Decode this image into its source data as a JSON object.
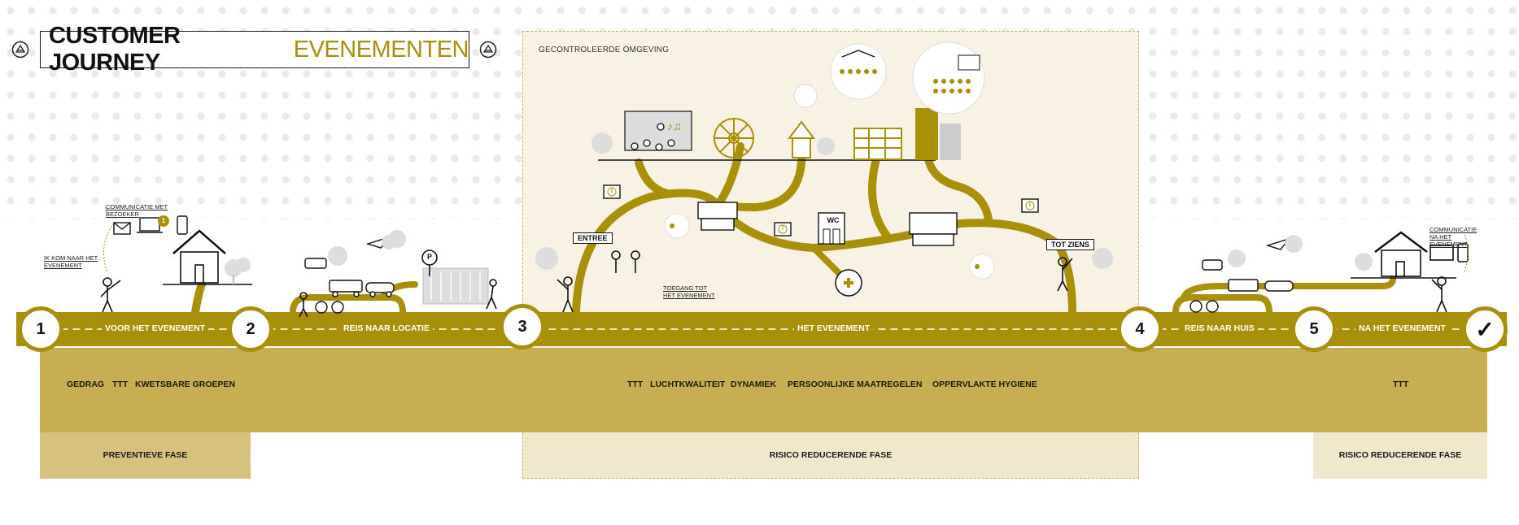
{
  "title": {
    "part1": "CUSTOMER JOURNEY",
    "part2": "EVENEMENTEN"
  },
  "zone_label": "GECONTROLEERDE OMGEVING",
  "annotations": {
    "communicatie_met_bezoeker": "COMMUNICATIE MET BEZOEKER",
    "ik_kom_naar_het_evenement": "IK KOM NAAR HET EVENEMENT",
    "toegang_tot_het_evenement": "TOEGANG TOT HET EVENEMENT",
    "communicatie_na_het_evenement": "COMMUNICATIE NA HET EVENEMENT"
  },
  "signs": {
    "entree": "ENTREE",
    "tot_ziens": "TOT ZIENS",
    "wc": "WC",
    "parking": "P",
    "info": "i",
    "badge": "1"
  },
  "stages": [
    {
      "number": "1",
      "label": "VOOR HET EVENEMENT"
    },
    {
      "number": "2",
      "label": "REIS NAAR LOCATIE"
    },
    {
      "number": "3",
      "label": "HET EVENEMENT"
    },
    {
      "number": "4",
      "label": "REIS NAAR HUIS"
    },
    {
      "number": "5",
      "label": "NA HET EVENEMENT"
    },
    {
      "number": "✓"
    }
  ],
  "topics": {
    "stage1": [
      "GEDRAG",
      "TTT",
      "KWETSBARE GROEPEN"
    ],
    "stage3": [
      "TTT",
      "LUCHTKWALITEIT",
      "DYNAMIEK",
      "PERSOONLIJKE MAATREGELEN",
      "OPPERVLAKTE HYGIENE"
    ],
    "stage5": [
      "TTT"
    ]
  },
  "phases": {
    "preventief": "PREVENTIEVE FASE",
    "risico_event": "RISICO REDUCERENDE FASE",
    "risico_na": "RISICO REDUCERENDE FASE"
  },
  "colors": {
    "gold": "#a8900a",
    "band": "#c8ae52",
    "phase_light": "#d6c27e",
    "zone_bg": "#f7f2e4",
    "phase_pale": "#f0e8cc"
  }
}
